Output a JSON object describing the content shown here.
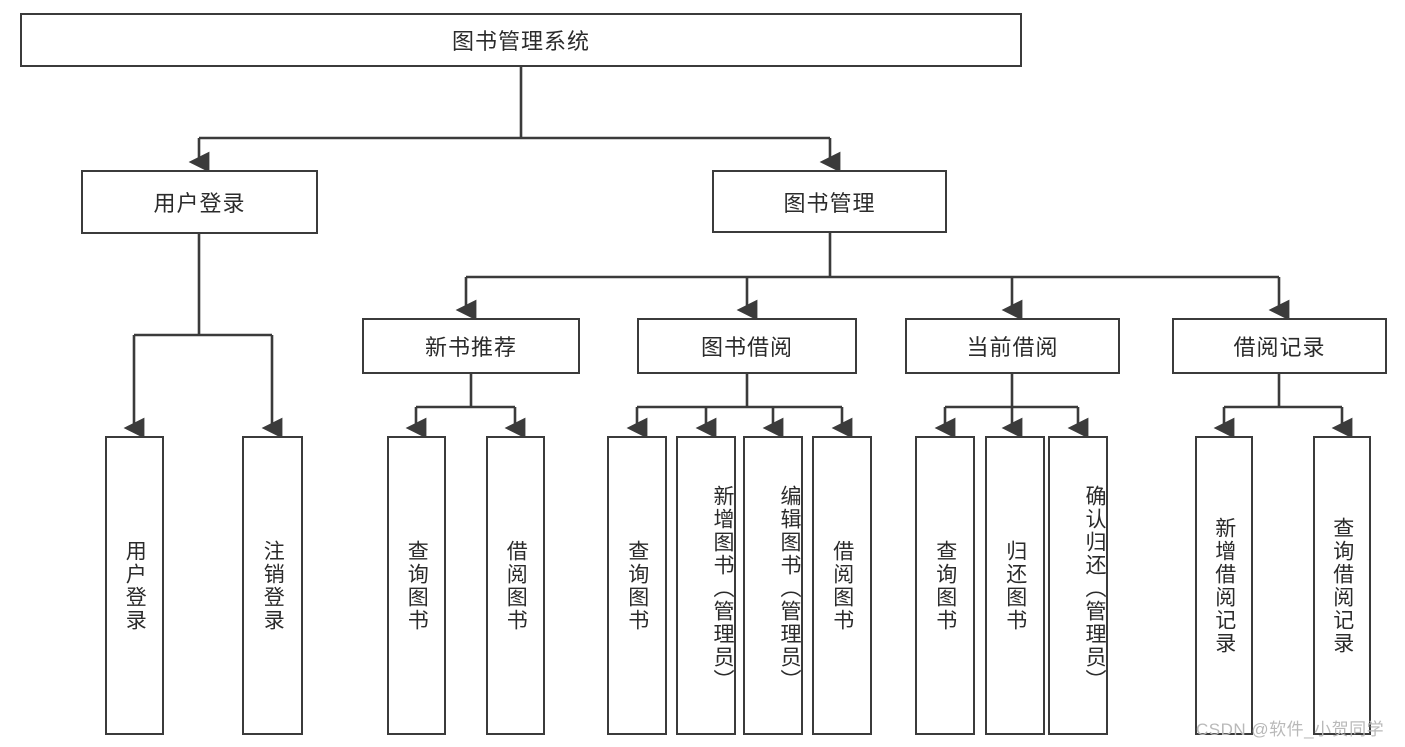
{
  "diagram": {
    "title": "图书管理系统",
    "type": "hierarchy-tree",
    "root": {
      "label": "图书管理系统"
    },
    "level2": [
      {
        "label": "用户登录"
      },
      {
        "label": "图书管理"
      }
    ],
    "level3": [
      {
        "label": "新书推荐"
      },
      {
        "label": "图书借阅"
      },
      {
        "label": "当前借阅"
      },
      {
        "label": "借阅记录"
      }
    ],
    "leaves": {
      "user_login": [
        {
          "label": "用户登录"
        },
        {
          "label": "注销登录"
        }
      ],
      "new_book_recommend": [
        {
          "label": "查询图书"
        },
        {
          "label": "借阅图书"
        }
      ],
      "book_borrow": [
        {
          "label": "查询图书"
        },
        {
          "label": "新增图书（管理员）"
        },
        {
          "label": "编辑图书（管理员）"
        },
        {
          "label": "借阅图书"
        }
      ],
      "current_borrow": [
        {
          "label": "查询图书"
        },
        {
          "label": "归还图书"
        },
        {
          "label": "确认归还（管理员）"
        }
      ],
      "borrow_record": [
        {
          "label": "新增借阅记录"
        },
        {
          "label": "查询借阅记录"
        }
      ]
    }
  },
  "watermark": {
    "text": "CSDN @软件_小贺同学"
  },
  "colors": {
    "stroke": "#3b3b3b",
    "background": "#ffffff",
    "text": "#2b2b2b",
    "watermark": "#b9b9b9"
  }
}
